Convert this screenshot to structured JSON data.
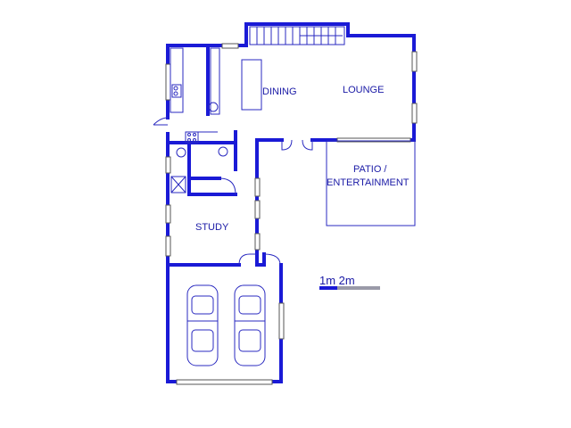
{
  "plan": {
    "rooms": {
      "dining": "DINING",
      "lounge": "LOUNGE",
      "patio_line1": "PATIO /",
      "patio_line2": "ENTERTAINMENT",
      "study": "STUDY"
    },
    "scale": {
      "label": "1m 2m"
    }
  },
  "colors": {
    "wall": "#1a1ad6",
    "line": "#2a2ac0",
    "text": "#1a1aa6"
  }
}
